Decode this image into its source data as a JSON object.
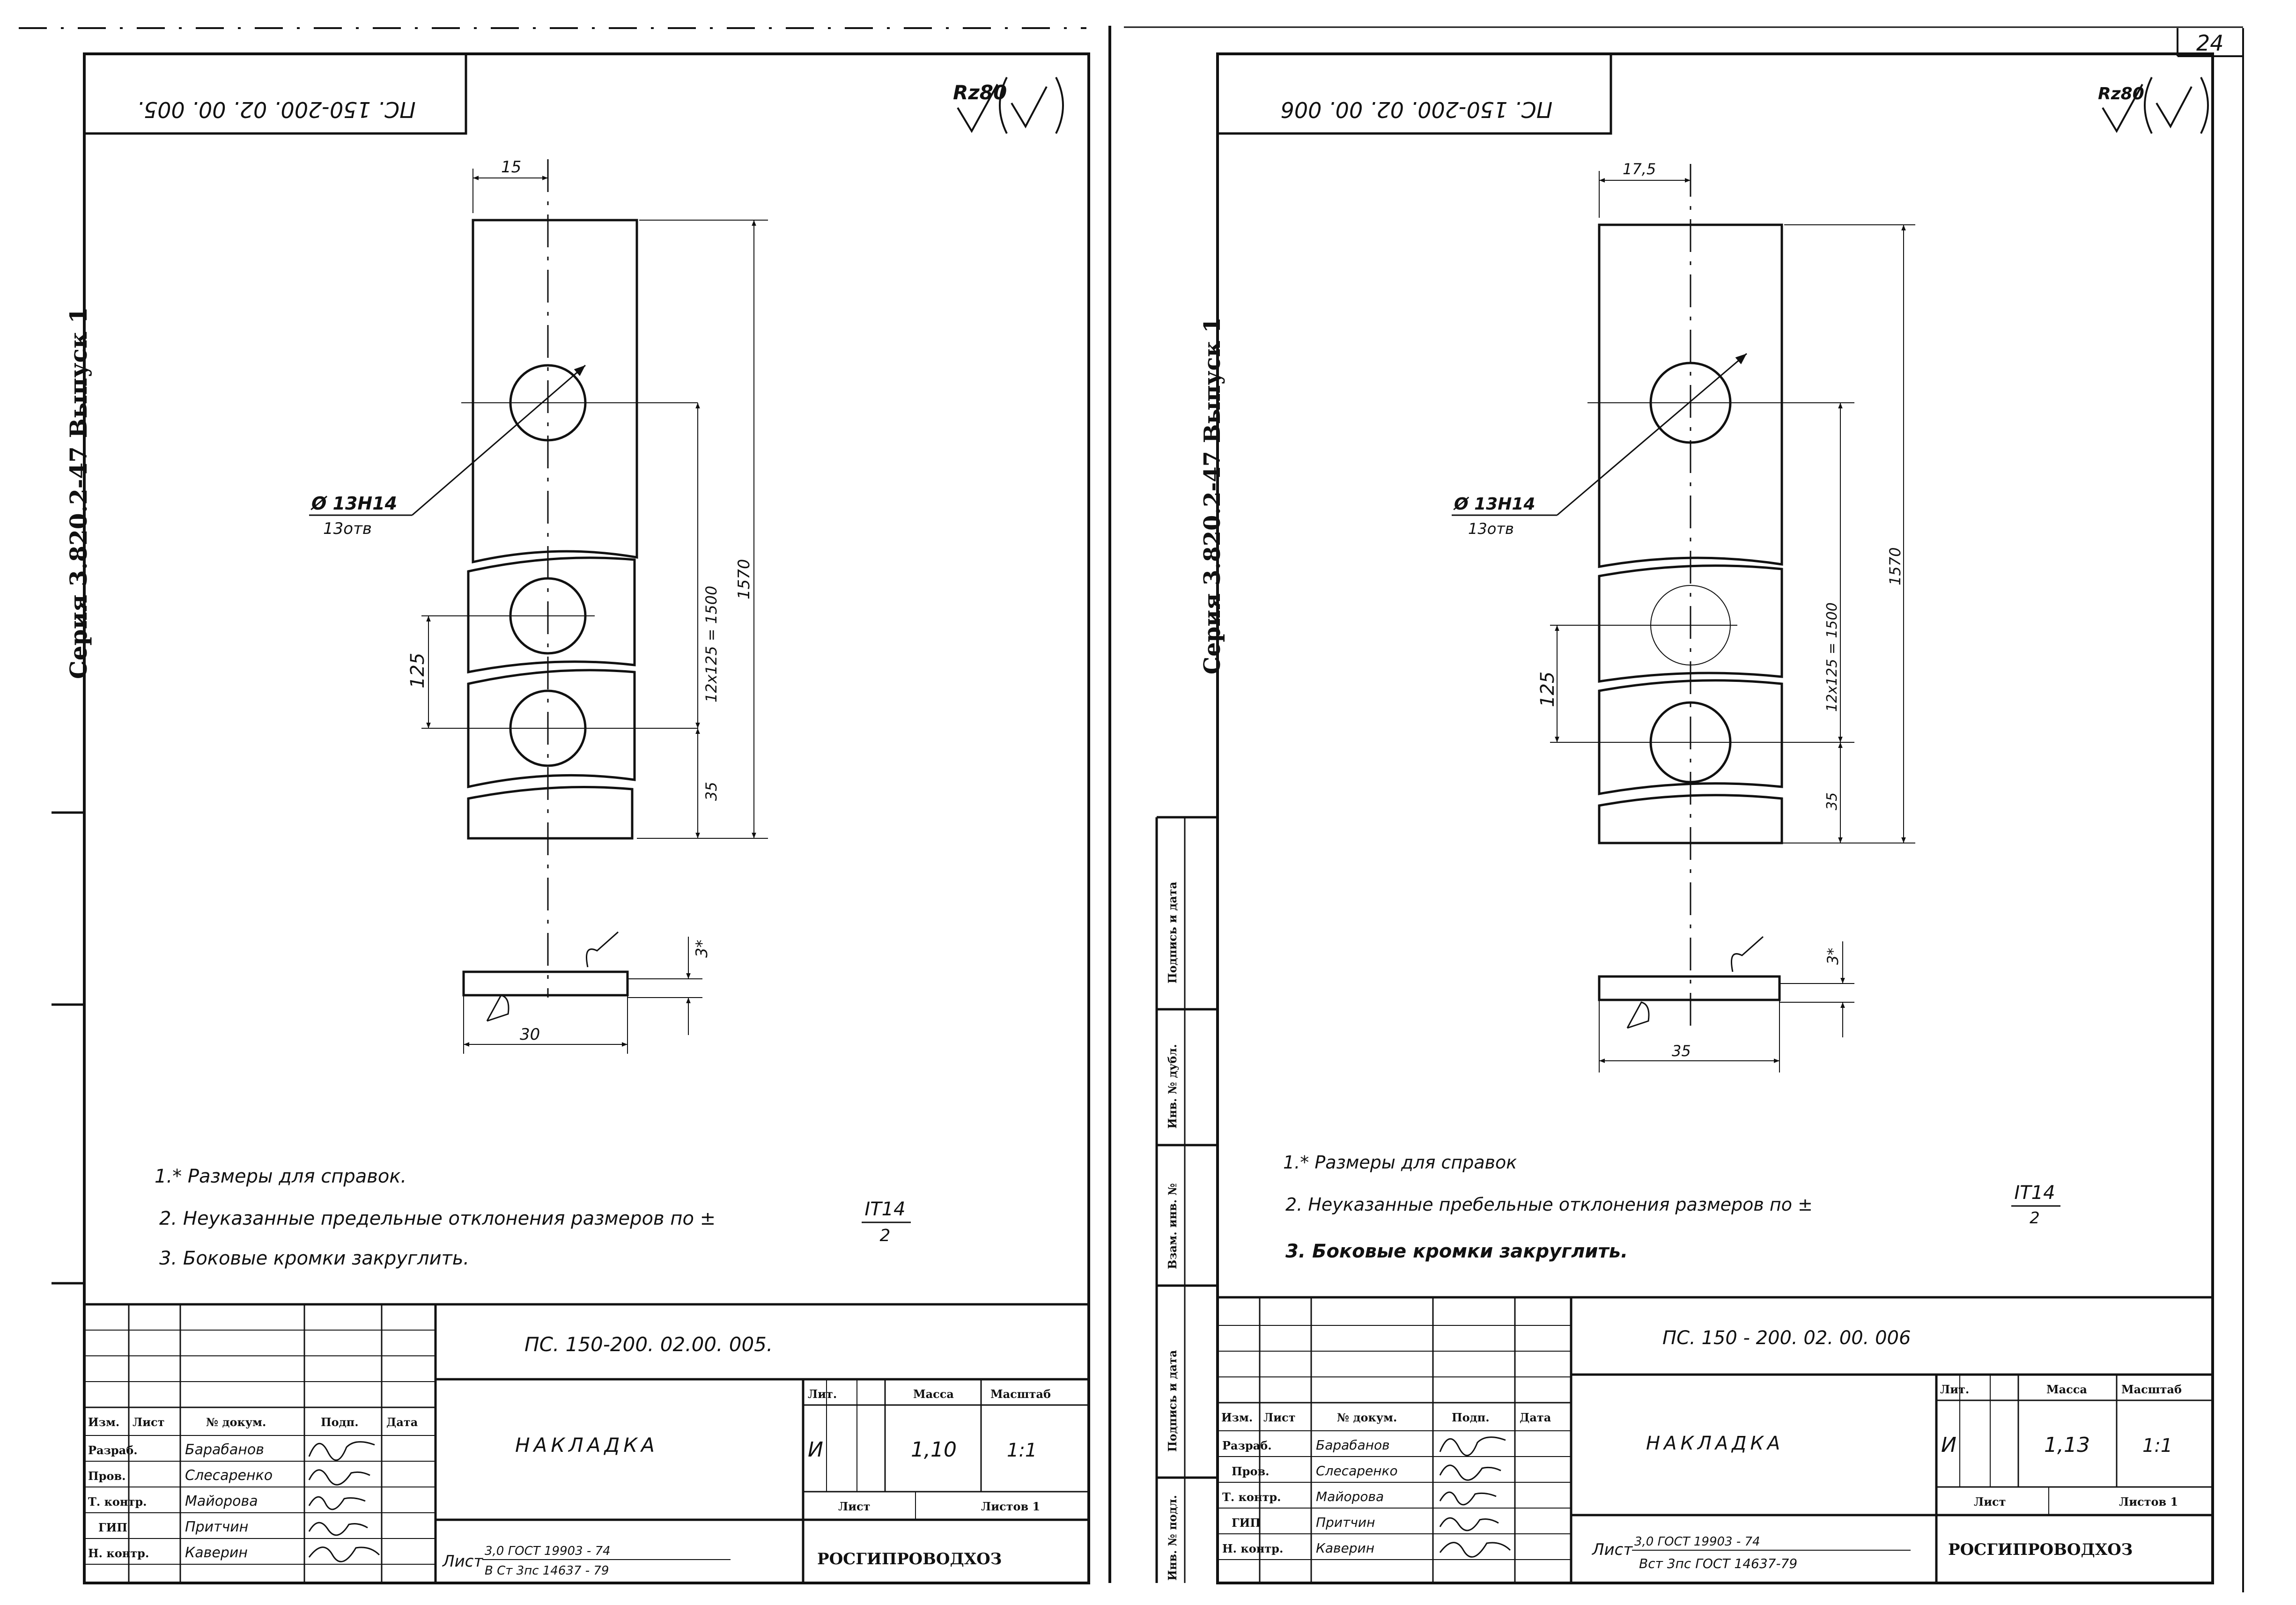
{
  "page_number": "24",
  "sheets": [
    {
      "code_rotated": "ПС. 150-200. 02. 00. 005.",
      "roughness_symbol": "Rz80",
      "series_label": "Серия 3.820.2-47 Выпуск 1",
      "dims": {
        "top_offset": "15",
        "hole": "Ø 13Н14",
        "hole_count": "13отв",
        "pitch": "125",
        "pitch_total": "12х125 = 1500",
        "edge": "35",
        "overall": "1570",
        "thickness": "3*",
        "width": "30"
      },
      "notes": [
        "1.* Размеры для справок.",
        "2. Неуказанные предельные отклонения размеров по ±",
        "3. Боковые кромки закруглить."
      ],
      "tolerance_num": "IT14",
      "tolerance_den": "2",
      "stamp": {
        "doc_code": "ПС. 150-200. 02.00. 005.",
        "part_name": "НАКЛАДКА",
        "hdr_izm": "Изм.",
        "hdr_list": "Лист",
        "hdr_doc": "№ докум.",
        "hdr_sign": "Подп.",
        "hdr_date": "Дата",
        "roles": [
          "Разраб.",
          "Пров.",
          "Т. контр.",
          "ГИП",
          "Н. контр."
        ],
        "names": [
          "Барабанов",
          "Слесаренко",
          "Майорова",
          "Притчин",
          "Каверин"
        ],
        "lit_label": "Лит.",
        "mass_label": "Масса",
        "scale_label": "Масштаб",
        "lit_value": "И",
        "mass_value": "1,10",
        "scale_value": "1:1",
        "sheet_label": "Лист",
        "sheets_label": "Листов 1",
        "material_prefix": "Лист",
        "material_top": "3,0 ГОСТ   19903 - 74",
        "material_bottom": "В Ст 3пс   14637 - 79",
        "org": "РОСГИПРОВОДХОЗ"
      }
    },
    {
      "code_rotated": "ПС. 150-200. 02. 00. 006",
      "roughness_symbol": "Rz80",
      "series_label": "Серия 3.820.2-47   Выпуск 1",
      "dims": {
        "top_offset": "17,5",
        "hole": "Ø 13Н14",
        "hole_count": "13отв",
        "pitch": "125",
        "pitch_total": "12х125 = 1500",
        "edge": "35",
        "overall": "1570",
        "thickness": "3*",
        "width": "35"
      },
      "notes": [
        "1.* Размеры для справок",
        "2. Неуказанные пребельные отклонения размеров по ±",
        "3. Боковые кромки закруглить."
      ],
      "tolerance_num": "IT14",
      "tolerance_den": "2",
      "side_labels": [
        "Подпись и дата",
        "Инв. № дубл.",
        "Взам. инв. №",
        "Подпись и дата",
        "Инв. № подл."
      ],
      "stamp": {
        "doc_code": "ПС. 150 - 200. 02. 00. 006",
        "part_name": "НАКЛАДКА",
        "hdr_izm": "Изм.",
        "hdr_list": "Лист",
        "hdr_doc": "№ докум.",
        "hdr_sign": "Подп.",
        "hdr_date": "Дата",
        "roles": [
          "Разраб.",
          "Пров.",
          "Т. контр.",
          "ГИП",
          "Н. контр."
        ],
        "names": [
          "Барабанов",
          "Слесаренко",
          "Майорова",
          "Притчин",
          "Каверин"
        ],
        "lit_label": "Лит.",
        "mass_label": "Масса",
        "scale_label": "Масштаб",
        "lit_value": "И",
        "mass_value": "1,13",
        "scale_value": "1:1",
        "sheet_label": "Лист",
        "sheets_label": "Листов 1",
        "material_prefix": "Лист",
        "material_top": "3,0 ГОСТ   19903 - 74",
        "material_bottom": "Вст 3пс ГОСТ 14637-79",
        "org": "РОСГИПРОВОДХОЗ"
      }
    }
  ]
}
